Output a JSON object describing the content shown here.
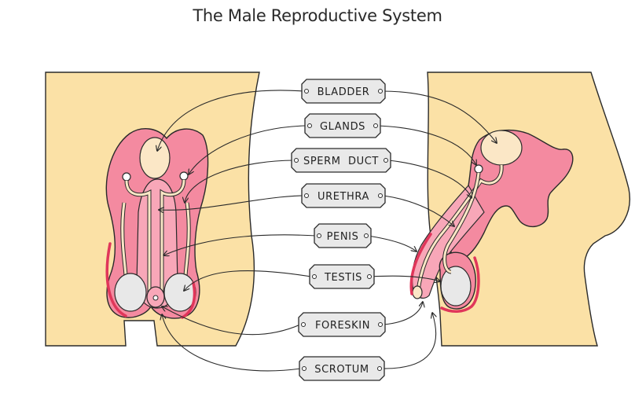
{
  "title": "The Male Reproductive System",
  "labels": {
    "bladder": "BLADDER",
    "glands": "GLANDS",
    "sperm_duct": "SPERM  DUCT",
    "urethra": "URETHRA",
    "penis": "PENIS",
    "testis": "TESTIS",
    "foreskin": "FORESKIN",
    "scrotum": "SCROTUM"
  },
  "colors": {
    "skin": "#fbe1a6",
    "organ": "#f48aa0",
    "rim": "#e0365a",
    "label_box": "#e9e9e9"
  }
}
